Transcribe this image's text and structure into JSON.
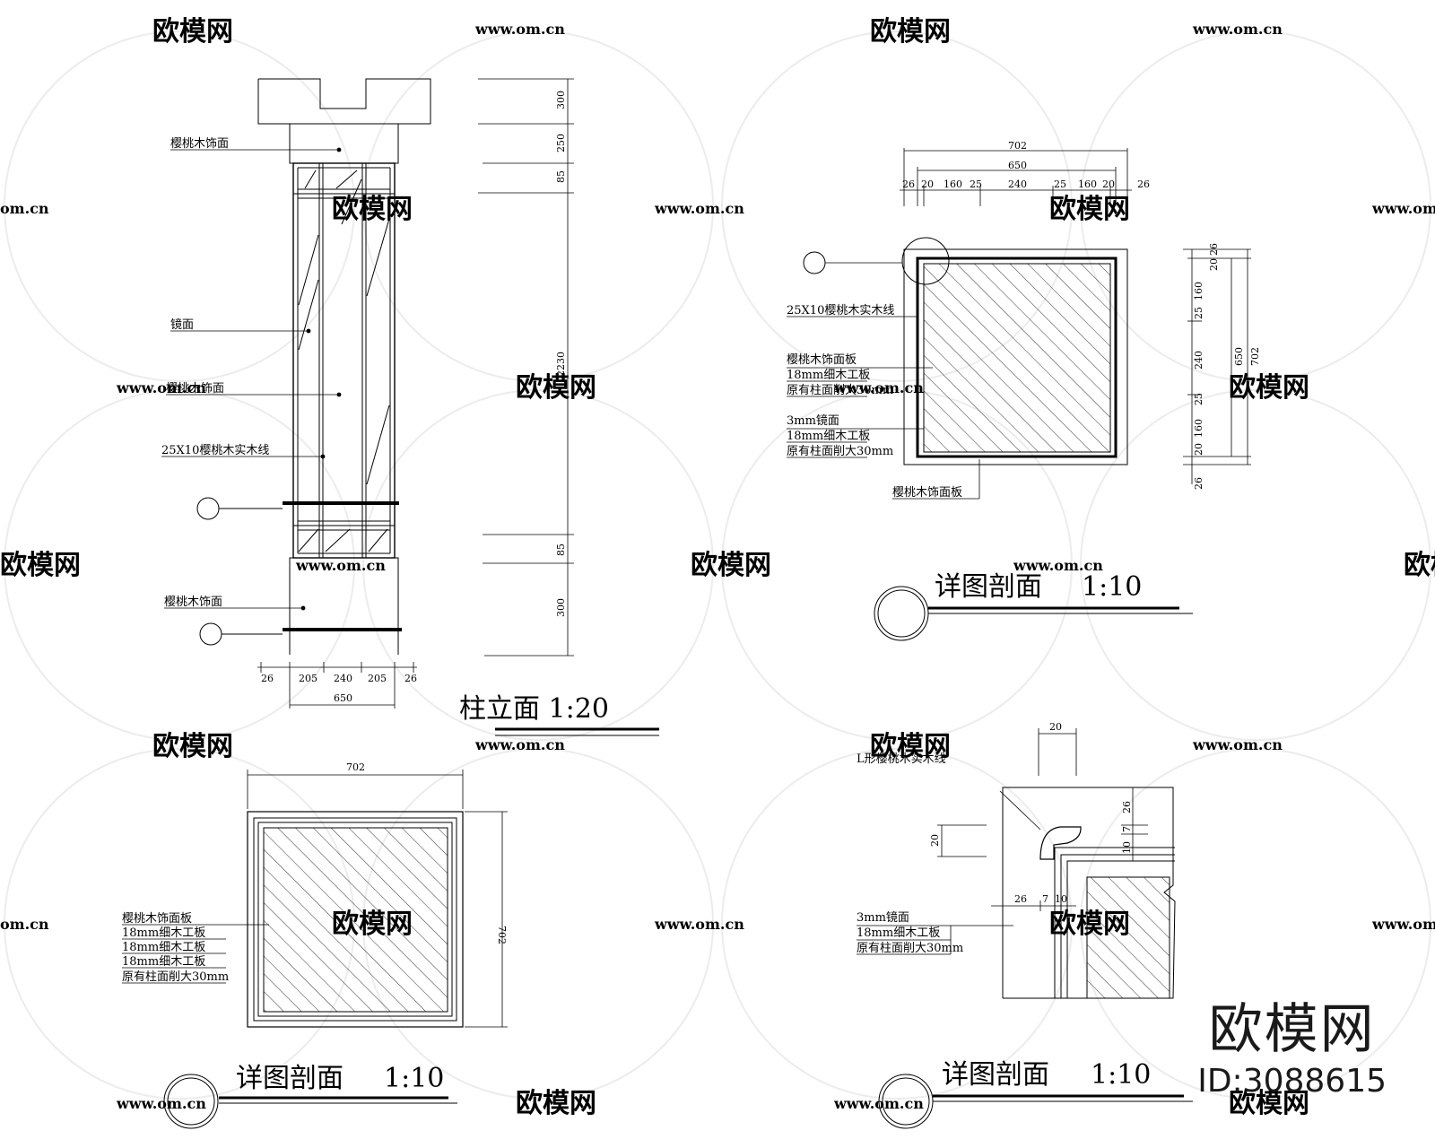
{
  "watermark": {
    "brand": "欧模网",
    "url": "www.om.cn",
    "url_short": "om.cn"
  },
  "brand_logo": {
    "name": "欧模网",
    "id": "ID:3088615"
  },
  "column_elevation": {
    "title": "柱立面 1:20",
    "labels": [
      "樱桃木饰面",
      "镜面",
      "樱桃木饰面",
      "25X10樱桃木实木线",
      "樱桃木饰面"
    ],
    "vertical_dims": [
      "300",
      "250",
      "85",
      "2230",
      "85",
      "300"
    ],
    "bottom_dims": [
      "26",
      "205",
      "240",
      "205",
      "26"
    ],
    "total_width": "650"
  },
  "section_top": {
    "title": "详图剖面",
    "scale": "1:10",
    "top_dims": {
      "overall": "702",
      "inner": "650",
      "row": [
        "26",
        "20",
        "160",
        "25",
        "240",
        "25",
        "160",
        "20",
        "26"
      ]
    },
    "right_dims": {
      "segments": [
        "26",
        "20",
        "160",
        "25",
        "240",
        "25",
        "160",
        "20",
        "26"
      ],
      "inner": "650",
      "overall": "702"
    },
    "labels": {
      "trim": "25X10樱桃木实木线",
      "group1": [
        "樱桃木饰面板",
        "18mm细木工板",
        "原有柱面削大30mm"
      ],
      "group2": [
        "3mm镜面",
        "18mm细木工板",
        "原有柱面削大30mm"
      ],
      "bottom": "樱桃木饰面板"
    }
  },
  "section_bottom_left": {
    "title": "详图剖面",
    "scale": "1:10",
    "top_dim": "702",
    "right_dim": "702",
    "labels": [
      "樱桃木饰面板",
      "18mm细木工板",
      "18mm细木工板",
      "18mm细木工板",
      "原有柱面削大30mm"
    ]
  },
  "section_bottom_right": {
    "title": "详图剖面",
    "scale": "1:10",
    "dims": {
      "top": "20",
      "left": "20",
      "right_26": "26",
      "right_7": "7",
      "right_10": "10",
      "bottom_26": "26",
      "bottom_7": "7",
      "bottom_10": "10"
    },
    "labels": {
      "trim": "L形樱桃木实木线",
      "layers": [
        "3mm镜面",
        "18mm细木工板",
        "原有柱面削大30mm"
      ]
    }
  }
}
